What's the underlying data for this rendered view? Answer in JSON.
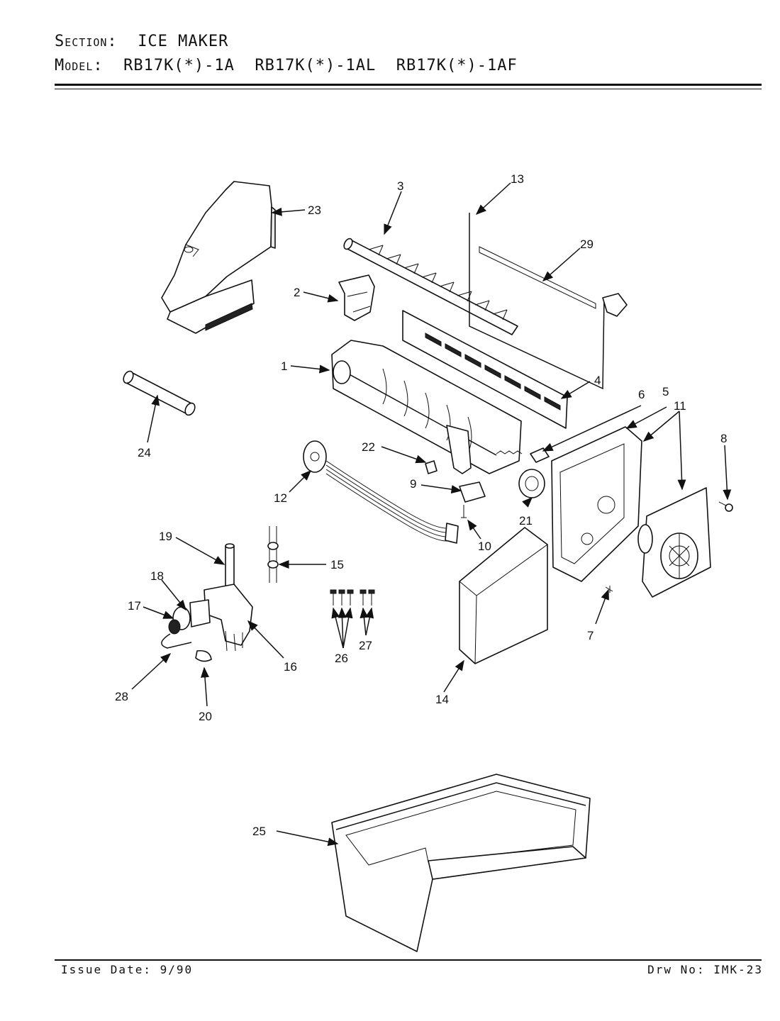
{
  "header": {
    "section_label": "Section:",
    "section_value": "ICE MAKER",
    "model_label": "Model:",
    "models": [
      "RB17K(*)-1A",
      "RB17K(*)-1AL",
      "RB17K(*)-1AF"
    ]
  },
  "callouts": {
    "c1": "1",
    "c2": "2",
    "c3": "3",
    "c4": "4",
    "c5": "5",
    "c6": "6",
    "c7": "7",
    "c8": "8",
    "c9": "9",
    "c10": "10",
    "c11": "11",
    "c12": "12",
    "c13": "13",
    "c14": "14",
    "c15": "15",
    "c16": "16",
    "c17": "17",
    "c18": "18",
    "c19": "19",
    "c20": "20",
    "c21": "21",
    "c22": "22",
    "c23": "23",
    "c24": "24",
    "c25": "25",
    "c26": "26",
    "c27": "27",
    "c28": "28",
    "c29": "29"
  },
  "footer": {
    "issue_date": "Issue Date: 9/90",
    "drawing_no": "Drw No: IMK-23"
  }
}
